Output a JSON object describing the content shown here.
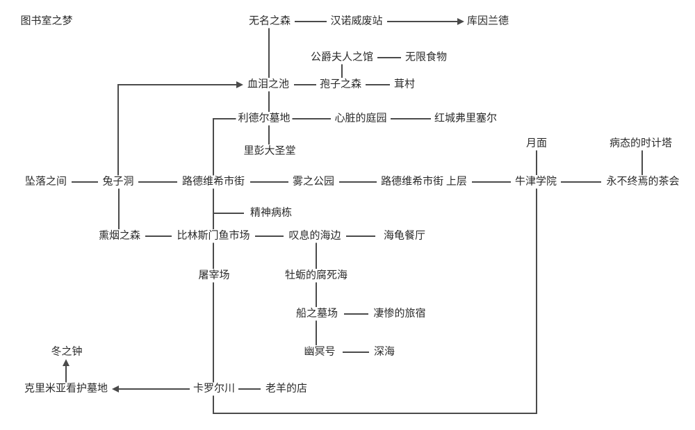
{
  "page": {
    "background": "#ffffff",
    "line_color": "#4a4a4a",
    "text_color": "#2a2a2a"
  },
  "diagram": {
    "nodes": {
      "library_dream": "图书室之梦",
      "nameless_forest": "无名之森",
      "hanover_station": "汉诺威废站",
      "kuyinlande": "库因兰德",
      "duchess_house": "公爵夫人之馆",
      "infinite_food": "无限食物",
      "blood_tears_pool": "血泪之池",
      "spore_forest": "孢子之森",
      "mushroom_village": "茸村",
      "liddell_cemetery": "利德尔墓地",
      "heart_garden": "心脏的庭园",
      "red_city_frisell": "红城弗里塞尔",
      "ripon_cathedral": "里彭大圣堂",
      "moon_surface": "月面",
      "sick_clock_tower": "病态的时计塔",
      "falling_room": "坠落之间",
      "rabbit_hole": "兔子洞",
      "ludwig_street": "路德维希市街",
      "fog_park": "雾之公园",
      "ludwig_street_upper": "路德维希市街 上层",
      "oxford_academy": "牛津学院",
      "endless_tea_party": "永不终焉的茶会",
      "psychiatric_ward": "精神病栋",
      "smoke_forest": "熏烟之森",
      "billingsgate_market": "比林斯门鱼市场",
      "sighing_seaside": "叹息的海边",
      "turtle_restaurant": "海龟餐厅",
      "slaughterhouse": "屠宰场",
      "oyster_rotten_sea": "牡蛎的腐死海",
      "ship_graveyard": "船之墓场",
      "miserable_inn": "凄惨的旅宿",
      "ghost_ship": "幽冥号",
      "deep_sea": "深海",
      "winter_bell": "冬之钟",
      "crimea_cemetery": "克里米亚看护墓地",
      "carroll_river": "卡罗尔川",
      "old_sheep_shop": "老羊的店"
    },
    "edges": [
      {
        "from": "nameless_forest",
        "to": "hanover_station",
        "type": "line"
      },
      {
        "from": "hanover_station",
        "to": "kuyinlande",
        "type": "arrow"
      },
      {
        "from": "nameless_forest",
        "to": "blood_tears_pool",
        "type": "line"
      },
      {
        "from": "duchess_house",
        "to": "infinite_food",
        "type": "line"
      },
      {
        "from": "duchess_house",
        "to": "spore_forest",
        "type": "line"
      },
      {
        "from": "rabbit_hole",
        "to": "blood_tears_pool",
        "type": "arrow"
      },
      {
        "from": "blood_tears_pool",
        "to": "spore_forest",
        "type": "line"
      },
      {
        "from": "spore_forest",
        "to": "mushroom_village",
        "type": "line"
      },
      {
        "from": "blood_tears_pool",
        "to": "liddell_cemetery",
        "type": "line"
      },
      {
        "from": "liddell_cemetery",
        "to": "heart_garden",
        "type": "line"
      },
      {
        "from": "heart_garden",
        "to": "red_city_frisell",
        "type": "line"
      },
      {
        "from": "liddell_cemetery",
        "to": "ripon_cathedral",
        "type": "line"
      },
      {
        "from": "liddell_cemetery",
        "to": "ludwig_street",
        "type": "line"
      },
      {
        "from": "moon_surface",
        "to": "oxford_academy",
        "type": "line"
      },
      {
        "from": "sick_clock_tower",
        "to": "endless_tea_party",
        "type": "line"
      },
      {
        "from": "falling_room",
        "to": "rabbit_hole",
        "type": "line"
      },
      {
        "from": "rabbit_hole",
        "to": "ludwig_street",
        "type": "line"
      },
      {
        "from": "ludwig_street",
        "to": "fog_park",
        "type": "line"
      },
      {
        "from": "fog_park",
        "to": "ludwig_street_upper",
        "type": "line"
      },
      {
        "from": "ludwig_street_upper",
        "to": "oxford_academy",
        "type": "line"
      },
      {
        "from": "oxford_academy",
        "to": "endless_tea_party",
        "type": "line"
      },
      {
        "from": "ludwig_street",
        "to": "psychiatric_ward",
        "type": "line"
      },
      {
        "from": "rabbit_hole",
        "to": "smoke_forest",
        "type": "line"
      },
      {
        "from": "ludwig_street",
        "to": "billingsgate_market",
        "type": "line"
      },
      {
        "from": "smoke_forest",
        "to": "billingsgate_market",
        "type": "line"
      },
      {
        "from": "billingsgate_market",
        "to": "sighing_seaside",
        "type": "line"
      },
      {
        "from": "sighing_seaside",
        "to": "turtle_restaurant",
        "type": "line"
      },
      {
        "from": "billingsgate_market",
        "to": "slaughterhouse",
        "type": "line"
      },
      {
        "from": "sighing_seaside",
        "to": "oyster_rotten_sea",
        "type": "line"
      },
      {
        "from": "slaughterhouse",
        "to": "carroll_river",
        "type": "line"
      },
      {
        "from": "oyster_rotten_sea",
        "to": "ship_graveyard",
        "type": "line"
      },
      {
        "from": "ship_graveyard",
        "to": "miserable_inn",
        "type": "line"
      },
      {
        "from": "ship_graveyard",
        "to": "ghost_ship",
        "type": "line"
      },
      {
        "from": "ghost_ship",
        "to": "deep_sea",
        "type": "line"
      },
      {
        "from": "crimea_cemetery",
        "to": "winter_bell",
        "type": "arrow"
      },
      {
        "from": "carroll_river",
        "to": "crimea_cemetery",
        "type": "arrow"
      },
      {
        "from": "carroll_river",
        "to": "old_sheep_shop",
        "type": "line"
      },
      {
        "from": "carroll_river",
        "to": "oxford_academy",
        "type": "line"
      }
    ]
  }
}
